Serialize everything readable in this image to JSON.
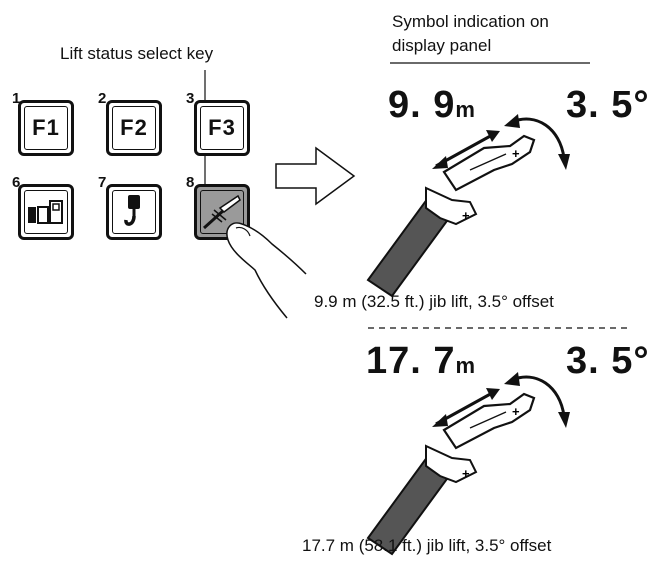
{
  "callout_label": "Lift status select key",
  "panel_heading_line1": "Symbol indication on",
  "panel_heading_line2": "display panel",
  "keys": [
    {
      "number": "1",
      "label": "F1",
      "icon": "f1-label"
    },
    {
      "number": "2",
      "label": "F2",
      "icon": "f2-label"
    },
    {
      "number": "3",
      "label": "F3",
      "icon": "f3-label"
    },
    {
      "number": "6",
      "label": "",
      "icon": "boom-config-icon"
    },
    {
      "number": "7",
      "label": "",
      "icon": "hook-icon"
    },
    {
      "number": "8",
      "label": "",
      "icon": "jib-lift-icon",
      "pressed": true
    }
  ],
  "display_1": {
    "length_value": "9. 9",
    "length_unit": "m",
    "offset_value": "3. 5",
    "offset_unit": "°",
    "caption": "9.9 m (32.5 ft.) jib lift, 3.5° offset"
  },
  "display_2": {
    "length_value": "17. 7",
    "length_unit": "m",
    "offset_value": "3. 5",
    "offset_unit": "°",
    "caption": "17.7 m (58.1 ft.) jib lift, 3.5° offset"
  },
  "colors": {
    "line": "#111111",
    "pressed_key": "#9a9a9a",
    "background": "#ffffff"
  }
}
